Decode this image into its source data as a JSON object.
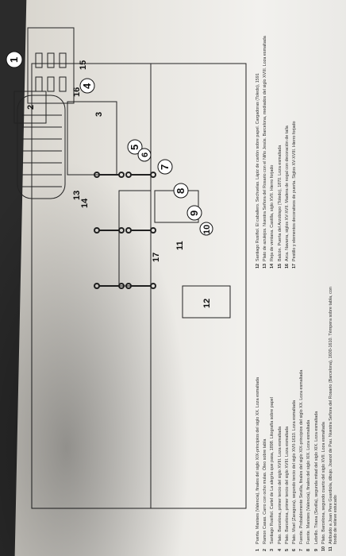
{
  "callouts": [
    "1",
    "2",
    "3",
    "4",
    "5",
    "6",
    "7",
    "8",
    "9",
    "10",
    "11",
    "12",
    "13",
    "14",
    "15",
    "16",
    "17"
  ],
  "legend": [
    {
      "num": "1",
      "text": "Puerta. Manises (Valencia), finales del siglo XIX-principios del siglo XX. Loza esmaltada"
    },
    {
      "num": "2",
      "text": "Ramon Casas. Carro con ocho mulas. Óleo sobre tabla"
    },
    {
      "num": "3",
      "text": "Santiago Rusiñol. Cartel de La alegría que pasa, 1898. Litografía sobre papel"
    },
    {
      "num": "4",
      "text": "Plato. Barcelona, primer tercio del siglo XVIII. Loza esmaltada"
    },
    {
      "num": "5",
      "text": "Plato. Barcelona, primer tercio del siglo XVIII. Loza esmaltada"
    },
    {
      "num": "6",
      "text": "Plato. Muel (Zaragoza), segundo tercio del siglo XVII-1610. Loza esmaltada"
    },
    {
      "num": "7",
      "text": "Fuente. Probablemente Sevilla, finales del siglo XIX-principios del siglo XX. Loza esmaltada"
    },
    {
      "num": "8",
      "text": "Fuente. Manises (Valencia), finales del siglo XIX. Loza esmaltada"
    },
    {
      "num": "9",
      "text": "Lebrillo. Triana (Sevilla), segunda mitad del siglo XIX. Loza esmaltada"
    },
    {
      "num": "10",
      "text": "Plato. Barcelona, segundo cuarto del siglo XVII. Loza esmaltada"
    },
    {
      "num": "11",
      "text": "Atribuido a Joan Pere Guardiola, dibujo. Joanot de Pau. Nuestra Señora del Rosario (Barcelona), 1600-1610. Témpera sobre tabla, con fondo de relieve estucado"
    },
    {
      "num": "12",
      "text": "Santiago Rusiñol. El caballero. Sechuelas. Lápiz de cartón sobre papel. Cargadoras (Toledo), 1591"
    },
    {
      "num": "13",
      "text": "Plato de azulejos. Nuestra Señora del Rosario con el Niño Jesús. Barcelona, mediados del siglo XVIII. Loza esmaltada"
    },
    {
      "num": "14",
      "text": "Reja de ventana. Castilla, siglo XVII. Hierro forjado"
    },
    {
      "num": "15",
      "text": "Balcón. Puerta del Arzobispo (Toledo), 1870. Loza esmaltada"
    },
    {
      "num": "16",
      "text": "Arca. Navarra, siglos XV-XVII. Madera de nogal con decoración de talla"
    },
    {
      "num": "17",
      "text": "Pestillo y elementos decorativos de puerta. Siglos XV-XVIII. Hierro forjado"
    }
  ]
}
